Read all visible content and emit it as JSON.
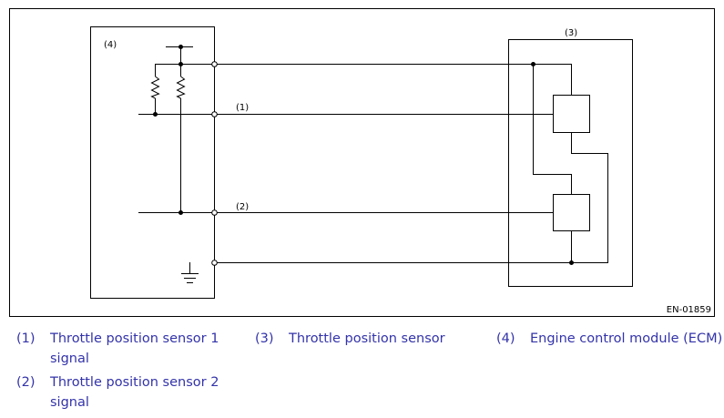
{
  "diagram": {
    "label_ecm": "(4)",
    "label_sensor": "(3)",
    "label_signal1": "(1)",
    "label_signal2": "(2)",
    "figure_id": "EN-01859"
  },
  "legend": [
    {
      "num": "(1)",
      "text": "Throttle position sensor 1 signal"
    },
    {
      "num": "(2)",
      "text": "Throttle position sensor 2 signal"
    },
    {
      "num": "(3)",
      "text": "Throttle position sensor"
    },
    {
      "num": "(4)",
      "text": "Engine control module (ECM)"
    }
  ],
  "colors": {
    "legend_text": "#3333aa",
    "line": "#000000"
  }
}
